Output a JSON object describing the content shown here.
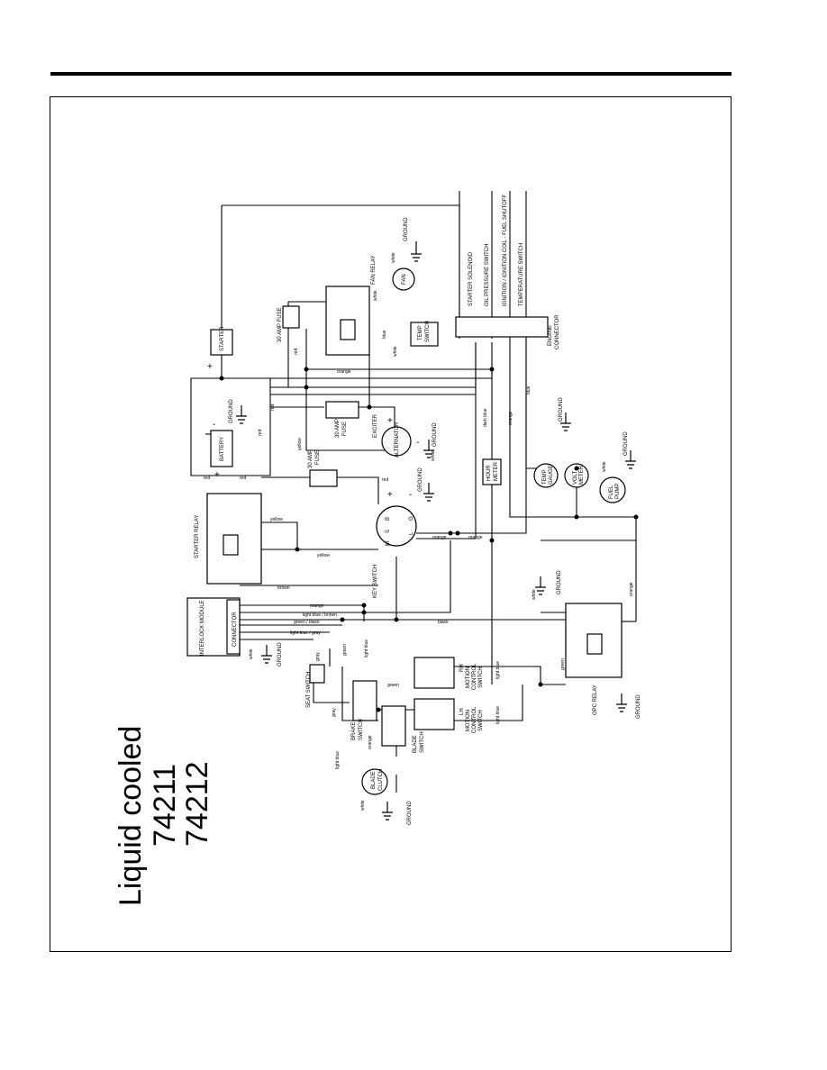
{
  "title": {
    "line1": "Liquid cooled",
    "line2": "74211",
    "line3": "74212"
  },
  "components": {
    "starter": "STARTER",
    "battery": "BATTERY",
    "fan_relay": "FAN RELAY",
    "fan": "FAN",
    "fuse_30a_top": "30 AMP FUSE",
    "fuse_30a_mid_1": "30 AMP",
    "fuse_30a_mid_2": "FUSE",
    "fuse_30a_key_1": "30 AMP",
    "fuse_30a_key_2": "FUSE",
    "temp_switch_1": "TEMP",
    "temp_switch_2": "SWITCH",
    "exciter": "EXCITER",
    "alternator": "ALTERNATOR",
    "engine_connector_1": "ENGINE",
    "engine_connector_2": "CONNECTOR",
    "starter_relay": "STARTER RELAY",
    "key_switch": "KEY SWITCH",
    "key_b": "B",
    "key_g": "G",
    "key_s": "S",
    "key_l": "L",
    "key_m": "M",
    "hour_meter_1": "HOUR",
    "hour_meter_2": "METER",
    "temp_gauge_1": "TEMP",
    "temp_gauge_2": "GAUGE",
    "volt_meter_1": "VOLT",
    "volt_meter_2": "METER",
    "fuel_pump_1": "FUEL",
    "fuel_pump_2": "PUMP",
    "interlock_module": "INTERLOCK MODULE",
    "connector": "CONNECTOR",
    "seat_switch": "SEAT SWITCH",
    "brake_switch_1": "BRAKE",
    "brake_switch_2": "SWITCH",
    "blade_switch_1": "BLADE",
    "blade_switch_2": "SWITCH",
    "blade_clutch_1": "BLADE",
    "blade_clutch_2": "CLUTCH",
    "lh_motion_1": "LH",
    "lh_motion_2": "MOTION",
    "lh_motion_3": "CONTROL",
    "lh_motion_4": "SWITCH",
    "rh_motion_1": "RH",
    "rh_motion_2": "MOTION",
    "rh_motion_3": "CONTROL",
    "rh_motion_4": "SWITCH",
    "opc_relay": "OPC RELAY",
    "ground": "GROUND",
    "bus_starter_solenoid": "STARTER SOLENOID",
    "bus_oil_pressure": "OIL PRESSURE SWITCH",
    "bus_ignition": "IGNITION / IGNITION COIL - FUEL SHUTOFF",
    "bus_temperature": "TEMPERATURE SWITCH"
  },
  "wires": {
    "red": "red",
    "yellow": "yellow",
    "orange": "orange",
    "white": "white",
    "blue": "blue",
    "dark_blue": "dark blue",
    "brown": "brown",
    "black": "black",
    "green": "green",
    "gray": "gray",
    "light_blue": "light blue",
    "light_blue_brown": "light blue / brown",
    "green_black": "green / black",
    "light_blue_gray": "light blue / gray"
  },
  "symbols": {
    "plus": "+",
    "minus": "-"
  }
}
